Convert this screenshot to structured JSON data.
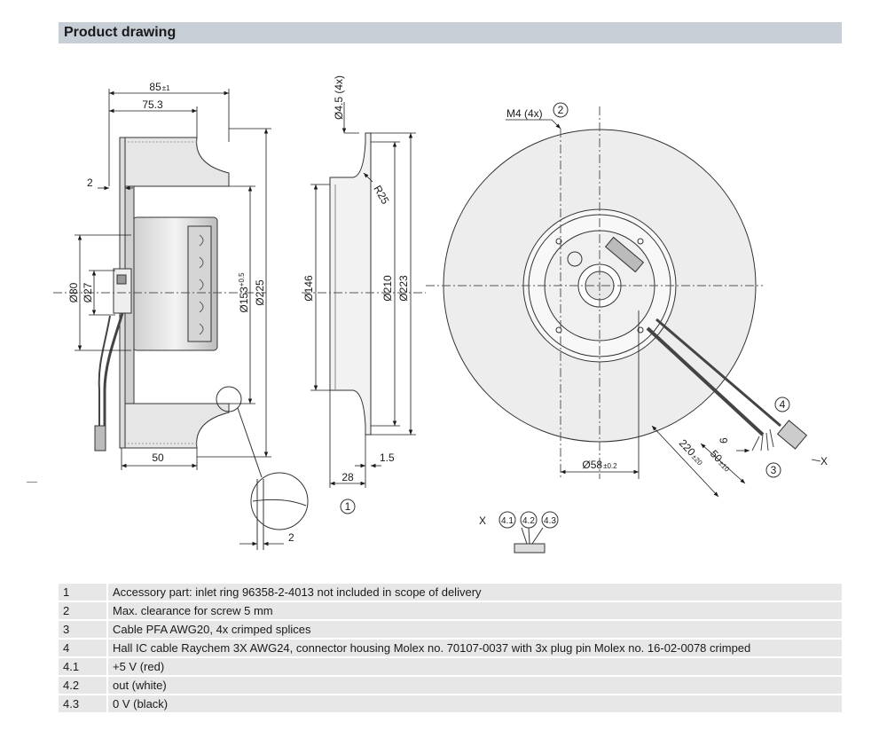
{
  "header": {
    "title": "Product drawing"
  },
  "dimensions": {
    "d85": "85",
    "d85_tol": "±1",
    "d75": "75.3",
    "d2_top": "2",
    "d80": "Ø80",
    "d27": "Ø27",
    "d153": "Ø153",
    "d153_tol": "+0.5",
    "d225": "Ø225",
    "d50": "50",
    "d2_detail": "2",
    "d45": "Ø4.5 (4x)",
    "r25": "R25",
    "d146": "Ø146",
    "d210": "Ø210",
    "d223": "Ø223",
    "d15": "1.5",
    "d28": "28",
    "m4": "M4 (4x)",
    "d58": "Ø58",
    "d58_tol": "±0.2",
    "d220": "220",
    "d220_tol": "±20",
    "d50b": "50",
    "d50b_tol": "±10",
    "d6": "6",
    "x_label": "X",
    "x_view_label": "X",
    "callout_1": "1",
    "callout_2": "2",
    "callout_3": "3",
    "callout_4": "4",
    "pin_41": "4.1",
    "pin_42": "4.2",
    "pin_43": "4.3"
  },
  "legend": [
    {
      "num": "1",
      "text": "Accessory part: inlet ring 96358-2-4013 not included in scope of delivery"
    },
    {
      "num": "2",
      "text": "Max. clearance for screw 5 mm"
    },
    {
      "num": "3",
      "text": "Cable PFA AWG20, 4x crimped splices"
    },
    {
      "num": "4",
      "text": "Hall IC cable Raychem 3X AWG24, connector housing Molex no. 70107-0037 with 3x plug pin Molex no. 16-02-0078 crimped"
    },
    {
      "num": "4.1",
      "text": "+5 V (red)"
    },
    {
      "num": "4.2",
      "text": "out (white)"
    },
    {
      "num": "4.3",
      "text": "0 V (black)"
    }
  ]
}
